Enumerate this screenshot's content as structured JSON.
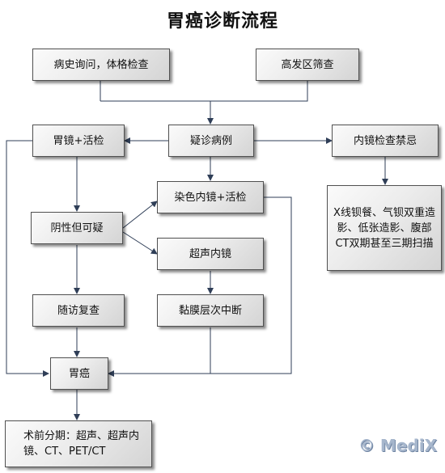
{
  "title": "胃癌诊断流程",
  "nodes": {
    "history_exam": "病史询问，体格检查",
    "high_risk_screening": "高发区筛查",
    "gastroscopy_biopsy": "胃镜+活检",
    "suspected_case": "疑诊病例",
    "endoscopy_contraindicated": "内镜检查禁忌",
    "chromo_endoscopy_biopsy": "染色内镜+活检",
    "negative_but_suspicious": "阴性但可疑",
    "xray_ct": "X线钡餐、气钡双重造影、低张造影、腹部CT双期甚至三期扫描",
    "endoscopic_ultrasound": "超声内镜",
    "follow_up_recheck": "随访复查",
    "mucosa_layer_break": "黏膜层次中断",
    "gastric_cancer": "胃癌",
    "preop_staging": "术前分期：超声、超声内镜、CT、PET/CT"
  },
  "watermark": "© MediX"
}
